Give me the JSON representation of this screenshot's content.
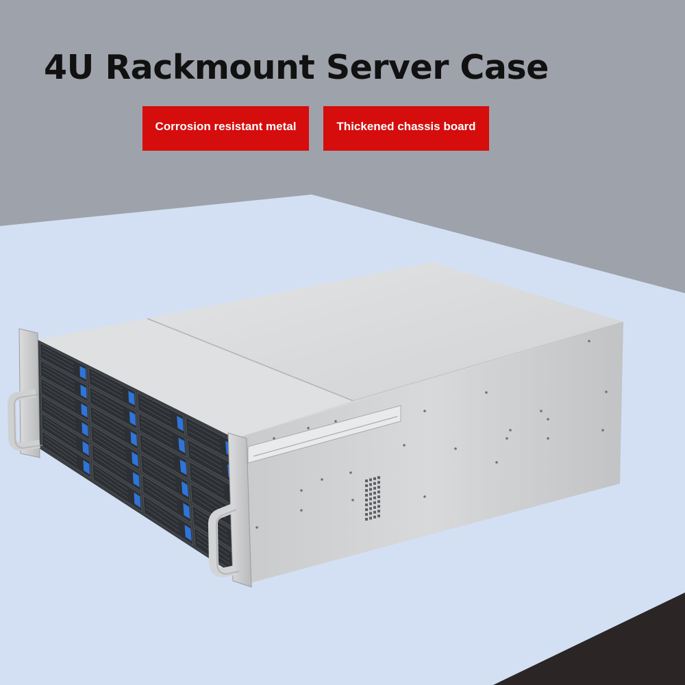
{
  "header": {
    "title": "4U Rackmount Server Case"
  },
  "features": [
    {
      "label": "Corrosion resistant metal"
    },
    {
      "label": "Thickened chassis board"
    }
  ],
  "colors": {
    "background_top": "#9ea2aa",
    "table_surface": "#d3e0f4",
    "floor_dark": "#2b2526",
    "feature_tag": "#d50d0d",
    "title_text": "#111111",
    "chassis_metal": "#d9dadb",
    "drive_tray": "#2c2f33",
    "drive_latch": "#2f74d8"
  },
  "product": {
    "drive_bays": 24,
    "drive_columns": 4,
    "drive_rows": 6
  }
}
